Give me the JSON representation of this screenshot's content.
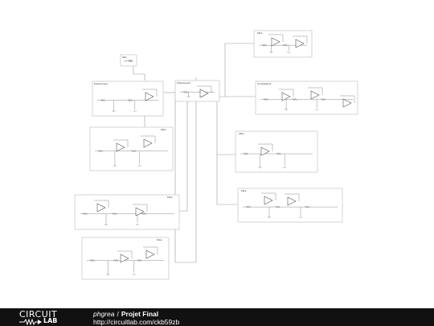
{
  "schematic": {
    "blocks": [
      {
        "id": "supply",
        "label": "Alim"
      },
      {
        "id": "b1",
        "label": "Prelevement"
      },
      {
        "id": "b2",
        "label": "Prelevement"
      },
      {
        "id": "b3",
        "label": "Filtre"
      },
      {
        "id": "b4",
        "label": "Comparateur"
      },
      {
        "id": "b5",
        "label": "Filtre"
      },
      {
        "id": "b6",
        "label": "Filtre"
      },
      {
        "id": "b7",
        "label": "Filtre"
      },
      {
        "id": "b8",
        "label": "Filtre"
      },
      {
        "id": "b9",
        "label": "Filtre"
      }
    ]
  },
  "footer": {
    "logo_top": "CIRCUIT",
    "logo_bottom": "LAB",
    "user": "phgrea",
    "separator": "/",
    "project_title": "Projet Final",
    "url": "http://circuitlab.com/ckb59zb"
  }
}
